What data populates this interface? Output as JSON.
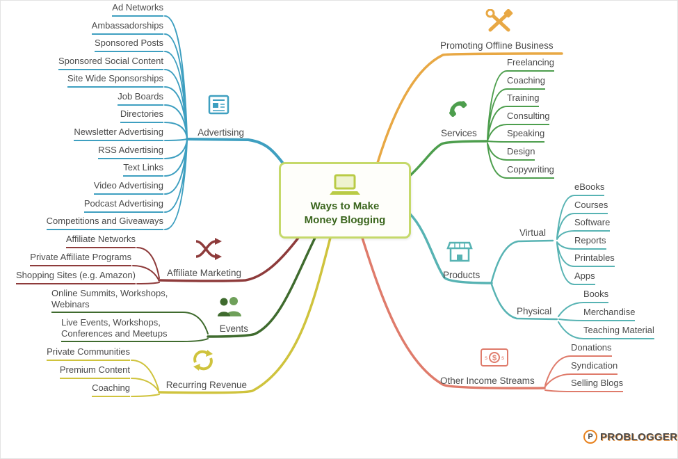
{
  "center": {
    "title": "Ways to Make Money Blogging"
  },
  "branches": {
    "advertising": {
      "label": "Advertising",
      "color": "#3e9fc0",
      "children": [
        "Ad Networks",
        "Ambassadorships",
        "Sponsored Posts",
        "Sponsored Social Content",
        "Site Wide Sponsorships",
        "Job Boards",
        "Directories",
        "Newsletter Advertising",
        "RSS Advertising",
        "Text Links",
        "Video Advertising",
        "Podcast Advertising",
        "Competitions and Giveaways"
      ]
    },
    "affiliate_marketing": {
      "label": "Affiliate Marketing",
      "color": "#8e3b3b",
      "children": [
        "Affiliate Networks",
        "Private Affiliate Programs",
        "Shopping Sites (e.g. Amazon)"
      ]
    },
    "events": {
      "label": "Events",
      "color": "#3f6b2e",
      "children": [
        "Online Summits, Workshops, Webinars",
        "Live Events, Workshops, Conferences and Meetups"
      ]
    },
    "recurring_revenue": {
      "label": "Recurring Revenue",
      "color": "#cfc33d",
      "children": [
        "Private Communities",
        "Premium Content",
        "Coaching"
      ]
    },
    "promoting_offline_business": {
      "label": "Promoting Offline Business",
      "color": "#e8a844",
      "children": []
    },
    "services": {
      "label": "Services",
      "color": "#4d9e4d",
      "children": [
        "Freelancing",
        "Coaching",
        "Training",
        "Consulting",
        "Speaking",
        "Design",
        "Copywriting"
      ]
    },
    "products": {
      "label": "Products",
      "color": "#57b3b3",
      "sub_branches": {
        "virtual": {
          "label": "Virtual",
          "children": [
            "eBooks",
            "Courses",
            "Software",
            "Reports",
            "Printables",
            "Apps"
          ]
        },
        "physical": {
          "label": "Physical",
          "children": [
            "Books",
            "Merchandise",
            "Teaching Material"
          ]
        }
      }
    },
    "other_income_streams": {
      "label": "Other Income Streams",
      "color": "#df7b6b",
      "children": [
        "Donations",
        "Syndication",
        "Selling Blogs"
      ]
    }
  },
  "logo": {
    "initial": "P",
    "brand": "PROBLOGGER"
  },
  "palette": {
    "center_border": "#c5d96a",
    "center_text": "#3a651d",
    "label_text": "#4a4a4a",
    "logo_orange": "#e8821e"
  }
}
